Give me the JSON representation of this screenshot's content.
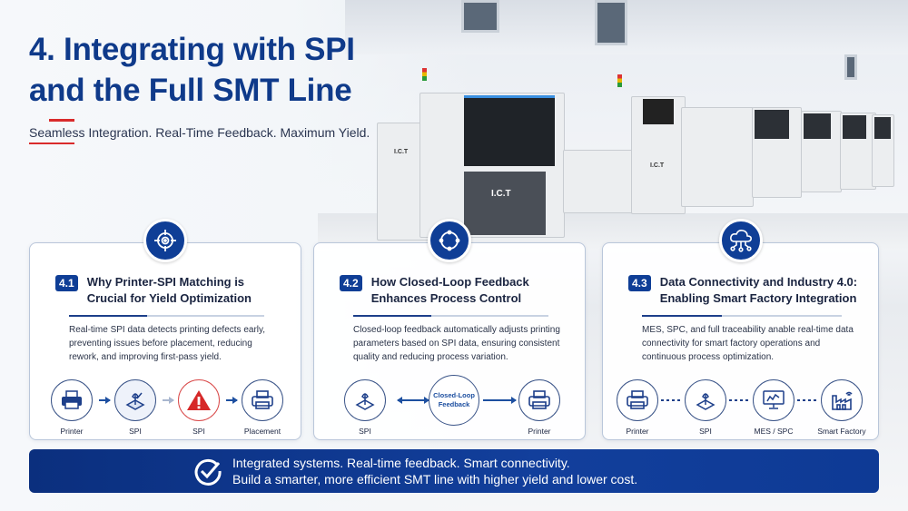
{
  "header": {
    "title_line1": "4. Integrating with SPI",
    "title_line2": "and the Full SMT Line",
    "subtitle": "Seamless Integration. Real-Time Feedback. Maximum Yield."
  },
  "background": {
    "machine_brand": "I.C.T"
  },
  "colors": {
    "primary": "#0f3e96",
    "title": "#0f3a8a",
    "accent_red": "#d92b2b",
    "banner": "#0b2f7e"
  },
  "cards": [
    {
      "number": "4.1",
      "icon": "target-icon",
      "title_line1": "Why Printer-SPI Matching is",
      "title_line2": "Crucial for Yield Optimization",
      "description": "Real-time SPI data detects printing defects early, preventing issues before placement, reducing rework, and improving first-pass yield.",
      "flow": [
        {
          "label": "Printer",
          "icon": "printer-icon"
        },
        {
          "label": "SPI",
          "icon": "spi-inspection-icon"
        },
        {
          "label": "SPI",
          "icon": "warning-icon"
        },
        {
          "label": "Placement",
          "icon": "printer-icon"
        }
      ]
    },
    {
      "number": "4.2",
      "icon": "loop-icon",
      "title_line1": "How Closed-Loop Feedback",
      "title_line2": "Enhances Process Control",
      "description": "Closed-loop feedback automatically adjusts printing parameters based on SPI data, ensuring consistent quality and reducing process variation.",
      "flow": [
        {
          "label": "SPI",
          "icon": "spi-inspection-icon"
        },
        {
          "label": "Closed-Loop Feedback",
          "line1": "Closed-Loop",
          "line2": "Feedback"
        },
        {
          "label": "Printer",
          "icon": "printer-icon"
        }
      ]
    },
    {
      "number": "4.3",
      "icon": "cloud-network-icon",
      "title_line1": "Data Connectivity and Industry 4.0:",
      "title_line2": "Enabling Smart Factory Integration",
      "description": "MES, SPC, and full traceability anable real-time data connectivity for smart factory operations and continuous process optimization.",
      "flow": [
        {
          "label": "Printer",
          "icon": "printer-icon"
        },
        {
          "label": "SPI",
          "icon": "spi-inspection-icon"
        },
        {
          "label": "MES / SPC",
          "icon": "monitor-chart-icon"
        },
        {
          "label": "Smart Factory",
          "icon": "factory-icon"
        }
      ]
    }
  ],
  "banner": {
    "icon": "check-circle-icon",
    "line1": "Integrated systems. Real-time feedback. Smart connectivity.",
    "line2": "Build a smarter, more efficient SMT line with higher yield and lower cost."
  }
}
